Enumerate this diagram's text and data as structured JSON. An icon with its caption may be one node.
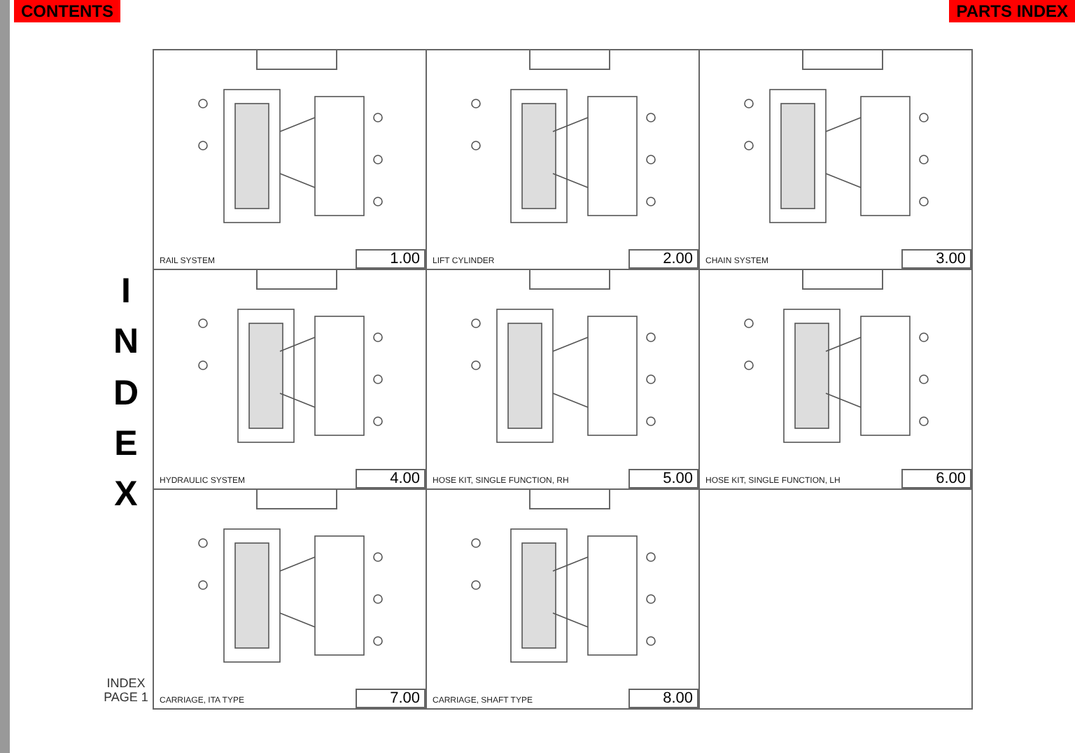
{
  "diagram": {
    "nodes": [
      {
        "text": [
          "RAIL SYSTEM"
        ]
      },
      {
        "text": [],
        "shape": "box",
        "in": 0
      },
      {
        "text": [
          "1.00"
        ],
        "in": 0
      },
      {
        "text": [
          "LIFT CYLINDER"
        ]
      },
      {
        "text": [],
        "shape": "box",
        "in": 3
      },
      {
        "text": [
          "2.00"
        ],
        "in": 3
      },
      {
        "text": [
          "CHAIN SYSTEM"
        ]
      },
      {
        "text": [],
        "shape": "box",
        "in": 6
      },
      {
        "text": [
          "3.00"
        ],
        "in": 6
      },
      {
        "text": [
          "HYDRAULIC SYSTEM"
        ]
      },
      {
        "text": [],
        "shape": "box",
        "in": 9
      },
      {
        "text": [
          "4.00"
        ],
        "in": 9
      },
      {
        "text": [
          "HOSE KIT, SINGLE FUNCTION, RH"
        ]
      },
      {
        "text": [],
        "shape": "box",
        "in": 12
      },
      {
        "text": [
          "5.00"
        ],
        "in": 12
      },
      {
        "text": [
          "HOSE KIT, SINGLE FUNCTION, LH"
        ]
      },
      {
        "text": [],
        "shape": "box",
        "in": 15
      },
      {
        "text": [
          "6.00"
        ],
        "in": 15
      },
      {
        "text": [
          "CARRIAGE, ITA TYPE"
        ]
      },
      {
        "text": [],
        "shape": "box",
        "in": 18
      },
      {
        "text": [
          "7.00"
        ],
        "in": 18
      },
      {
        "text": [
          "CARRIAGE, SHAFT TYPE"
        ]
      },
      {
        "text": [],
        "shape": "box",
        "in": 21
      },
      {
        "text": [
          "8.00"
        ],
        "in": 21
      }
    ],
    "labels": [
      "CONTENTS",
      "PARTS INDEX",
      "INDEX",
      "INDEX PAGE 1"
    ]
  }
}
